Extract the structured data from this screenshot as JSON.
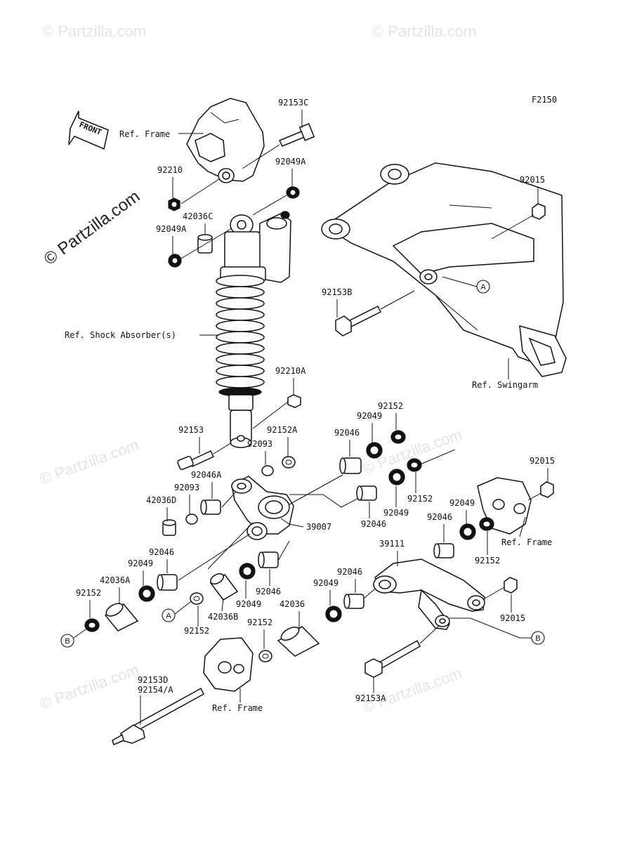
{
  "figure_code": "F2150",
  "front_label": "FRONT",
  "watermark_main": "© Partzilla.com",
  "watermark_faint": "© Partzilla.com",
  "ref_labels": {
    "frame_top": "Ref. Frame",
    "shock": "Ref. Shock Absorber(s)",
    "swingarm": "Ref. Swingarm",
    "frame_right": "Ref. Frame",
    "frame_bottom": "Ref. Frame"
  },
  "circle_refs": {
    "a": "A",
    "b": "B"
  },
  "parts": {
    "p92153C": "92153C",
    "p92210": "92210",
    "p92049A_top": "92049A",
    "p42036C": "42036C",
    "p92049A_left": "92049A",
    "p92015_top": "92015",
    "p92153B": "92153B",
    "p92210A": "92210A",
    "p92152_top": "92152",
    "p92049_a": "92049",
    "p92046_a": "92046",
    "p92153": "92153",
    "p92152A": "92152A",
    "p92093_a": "92093",
    "p92046A": "92046A",
    "p92093_b": "92093",
    "p42036D": "42036D",
    "p39007": "39007",
    "p92015_right": "92015",
    "p92152_b": "92152",
    "p92049_b": "92049",
    "p92046_b": "92046",
    "p92049_c": "92049",
    "p92046_c": "92046",
    "p92152_c": "92152",
    "p39111": "39111",
    "p92046_d": "92046",
    "p92049_d": "92049",
    "p42036A": "42036A",
    "p92152_d": "92152",
    "p92046_e": "92046",
    "p92049_e": "92049",
    "p42036B": "42036B",
    "p92152_e": "92152",
    "p92046_f": "92046",
    "p92049_f": "92049",
    "p42036": "42036",
    "p92152_f": "92152",
    "p92015_bottom": "92015",
    "p92153D": "92153D",
    "p92154A": "92154/A",
    "p92153A": "92153A"
  }
}
